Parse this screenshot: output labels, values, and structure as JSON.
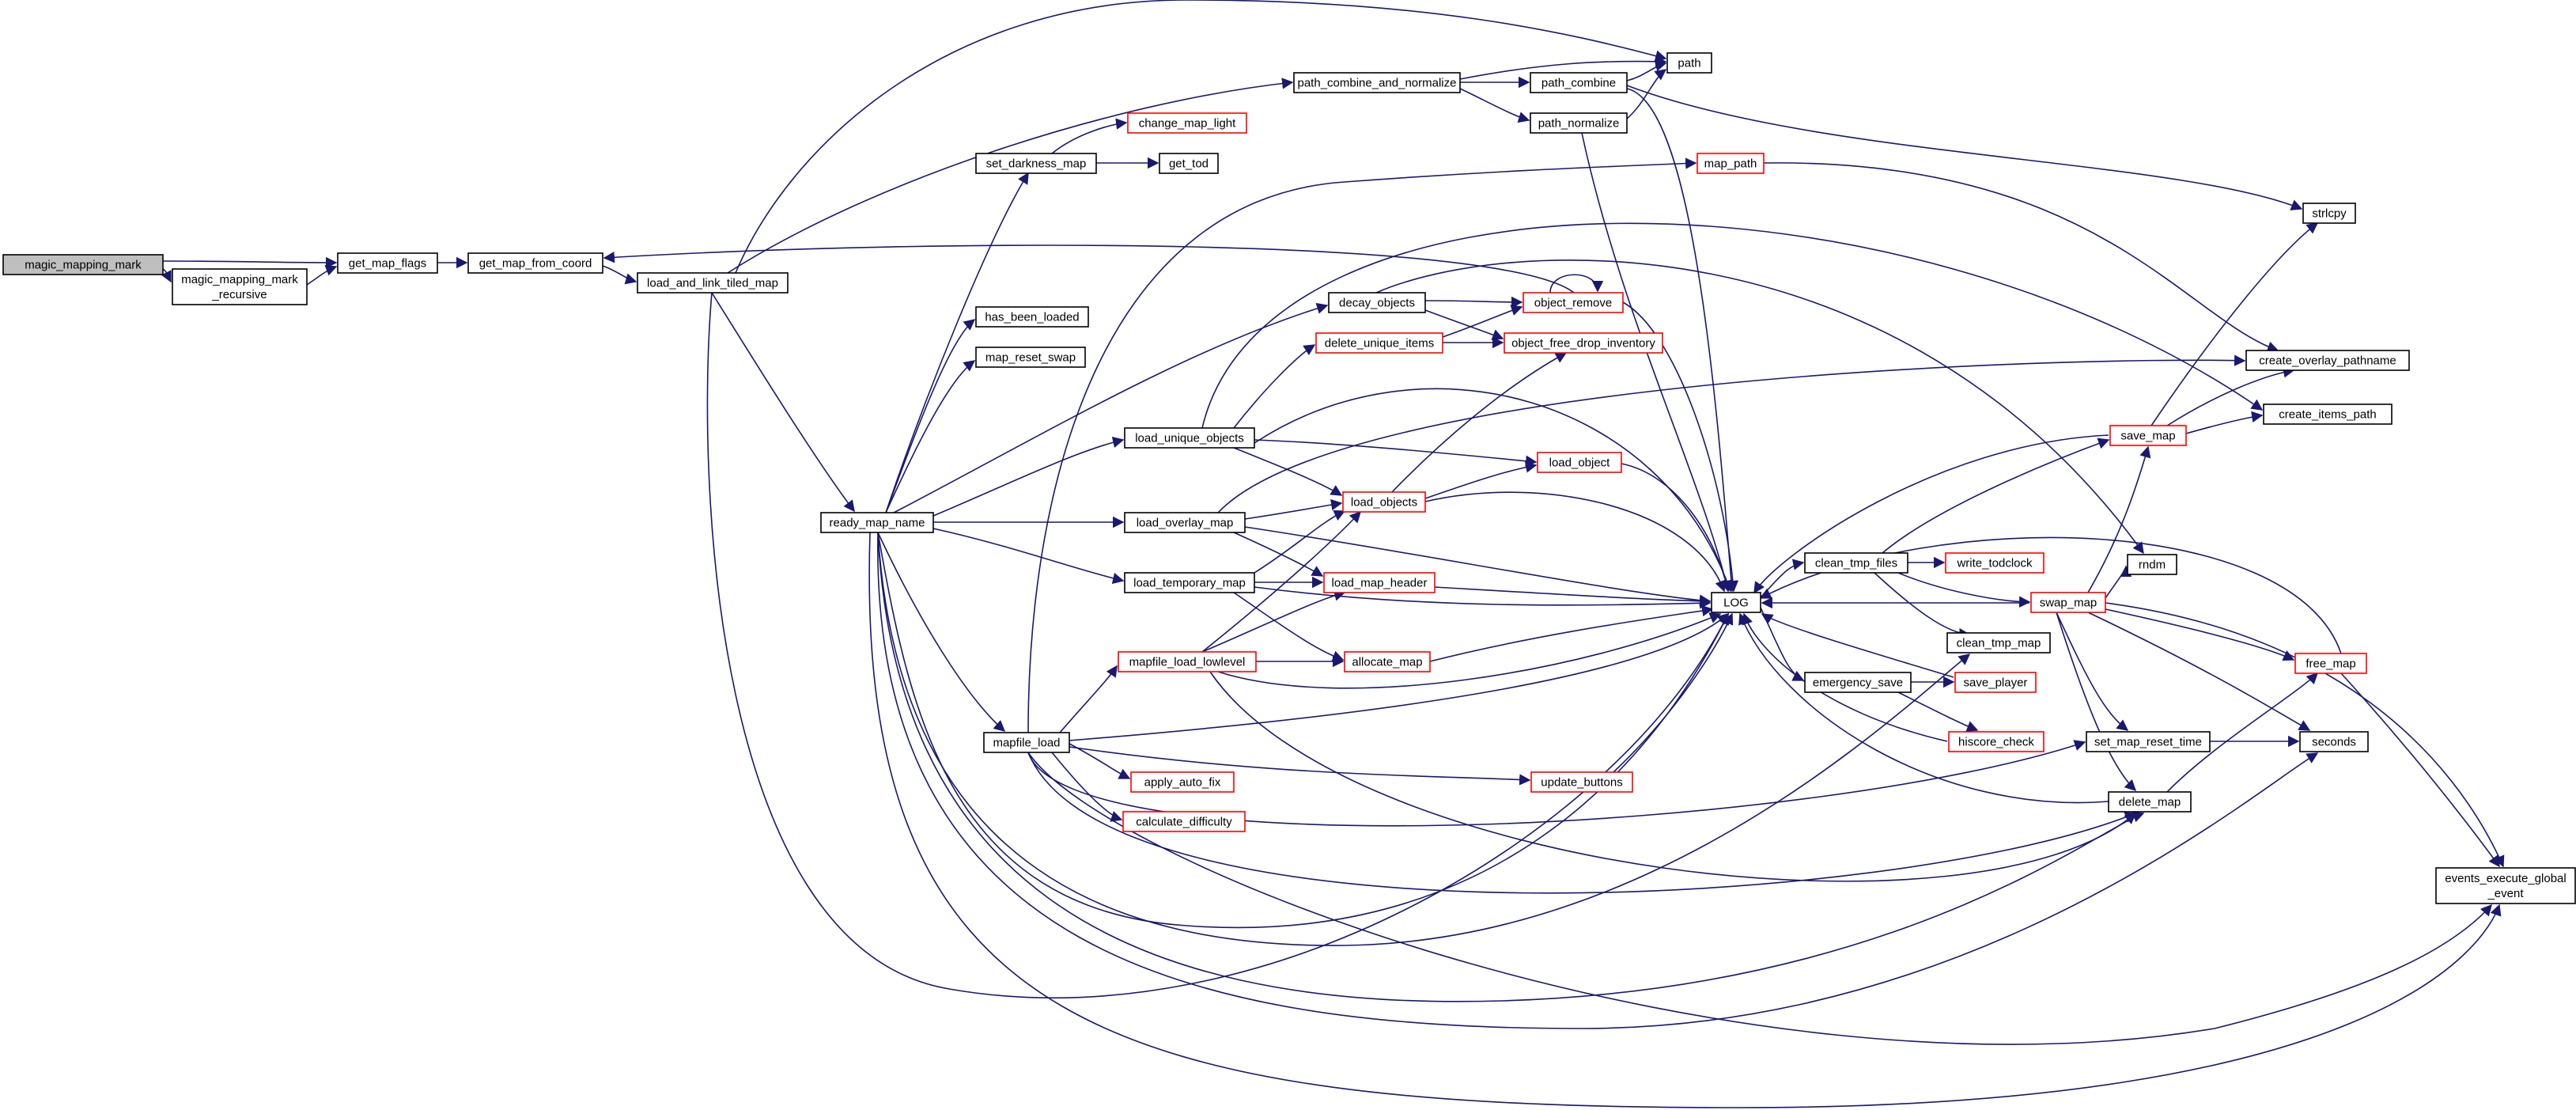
{
  "diagram": {
    "nodes": [
      {
        "id": "magic_mapping_mark",
        "lines": [
          "magic_mapping_mark"
        ],
        "style": "root"
      },
      {
        "id": "magic_mapping_mark_recursive",
        "lines": [
          "magic_mapping_mark",
          "_recursive"
        ],
        "style": "normal"
      },
      {
        "id": "get_map_flags",
        "lines": [
          "get_map_flags"
        ],
        "style": "normal"
      },
      {
        "id": "get_map_from_coord",
        "lines": [
          "get_map_from_coord"
        ],
        "style": "normal"
      },
      {
        "id": "load_and_link_tiled_map",
        "lines": [
          "load_and_link_tiled_map"
        ],
        "style": "normal"
      },
      {
        "id": "path_combine_and_normalize",
        "lines": [
          "path_combine_and_normalize"
        ],
        "style": "normal"
      },
      {
        "id": "path_combine",
        "lines": [
          "path_combine"
        ],
        "style": "normal"
      },
      {
        "id": "path",
        "lines": [
          "path"
        ],
        "style": "normal"
      },
      {
        "id": "path_normalize",
        "lines": [
          "path_normalize"
        ],
        "style": "normal"
      },
      {
        "id": "strlcpy",
        "lines": [
          "strlcpy"
        ],
        "style": "normal"
      },
      {
        "id": "change_map_light",
        "lines": [
          "change_map_light"
        ],
        "style": "red"
      },
      {
        "id": "set_darkness_map",
        "lines": [
          "set_darkness_map"
        ],
        "style": "normal"
      },
      {
        "id": "get_tod",
        "lines": [
          "get_tod"
        ],
        "style": "normal"
      },
      {
        "id": "map_path",
        "lines": [
          "map_path"
        ],
        "style": "red"
      },
      {
        "id": "has_been_loaded",
        "lines": [
          "has_been_loaded"
        ],
        "style": "normal"
      },
      {
        "id": "map_reset_swap",
        "lines": [
          "map_reset_swap"
        ],
        "style": "normal"
      },
      {
        "id": "decay_objects",
        "lines": [
          "decay_objects"
        ],
        "style": "normal"
      },
      {
        "id": "object_remove",
        "lines": [
          "object_remove"
        ],
        "style": "red"
      },
      {
        "id": "delete_unique_items",
        "lines": [
          "delete_unique_items"
        ],
        "style": "red"
      },
      {
        "id": "object_free_drop_inventory",
        "lines": [
          "object_free_drop_inventory"
        ],
        "style": "red"
      },
      {
        "id": "load_unique_objects",
        "lines": [
          "load_unique_objects"
        ],
        "style": "normal"
      },
      {
        "id": "load_object",
        "lines": [
          "load_object"
        ],
        "style": "red"
      },
      {
        "id": "load_objects",
        "lines": [
          "load_objects"
        ],
        "style": "red"
      },
      {
        "id": "ready_map_name",
        "lines": [
          "ready_map_name"
        ],
        "style": "normal"
      },
      {
        "id": "load_overlay_map",
        "lines": [
          "load_overlay_map"
        ],
        "style": "normal"
      },
      {
        "id": "load_temporary_map",
        "lines": [
          "load_temporary_map"
        ],
        "style": "normal"
      },
      {
        "id": "load_map_header",
        "lines": [
          "load_map_header"
        ],
        "style": "red"
      },
      {
        "id": "mapfile_load_lowlevel",
        "lines": [
          "mapfile_load_lowlevel"
        ],
        "style": "red"
      },
      {
        "id": "allocate_map",
        "lines": [
          "allocate_map"
        ],
        "style": "red"
      },
      {
        "id": "mapfile_load",
        "lines": [
          "mapfile_load"
        ],
        "style": "normal"
      },
      {
        "id": "apply_auto_fix",
        "lines": [
          "apply_auto_fix"
        ],
        "style": "red"
      },
      {
        "id": "calculate_difficulty",
        "lines": [
          "calculate_difficulty"
        ],
        "style": "red"
      },
      {
        "id": "update_buttons",
        "lines": [
          "update_buttons"
        ],
        "style": "red"
      },
      {
        "id": "LOG",
        "lines": [
          "LOG"
        ],
        "style": "normal"
      },
      {
        "id": "clean_tmp_files",
        "lines": [
          "clean_tmp_files"
        ],
        "style": "normal"
      },
      {
        "id": "write_todclock",
        "lines": [
          "write_todclock"
        ],
        "style": "red"
      },
      {
        "id": "swap_map",
        "lines": [
          "swap_map"
        ],
        "style": "red"
      },
      {
        "id": "clean_tmp_map",
        "lines": [
          "clean_tmp_map"
        ],
        "style": "normal"
      },
      {
        "id": "emergency_save",
        "lines": [
          "emergency_save"
        ],
        "style": "normal"
      },
      {
        "id": "save_player",
        "lines": [
          "save_player"
        ],
        "style": "red"
      },
      {
        "id": "hiscore_check",
        "lines": [
          "hiscore_check"
        ],
        "style": "red"
      },
      {
        "id": "set_map_reset_time",
        "lines": [
          "set_map_reset_time"
        ],
        "style": "normal"
      },
      {
        "id": "delete_map",
        "lines": [
          "delete_map"
        ],
        "style": "normal"
      },
      {
        "id": "save_map",
        "lines": [
          "save_map"
        ],
        "style": "red"
      },
      {
        "id": "create_overlay_pathname",
        "lines": [
          "create_overlay_pathname"
        ],
        "style": "normal"
      },
      {
        "id": "create_items_path",
        "lines": [
          "create_items_path"
        ],
        "style": "normal"
      },
      {
        "id": "rndm",
        "lines": [
          "rndm"
        ],
        "style": "normal"
      },
      {
        "id": "free_map",
        "lines": [
          "free_map"
        ],
        "style": "red"
      },
      {
        "id": "seconds",
        "lines": [
          "seconds"
        ],
        "style": "normal"
      },
      {
        "id": "events_execute_global_event",
        "lines": [
          "events_execute_global",
          "_event"
        ],
        "style": "normal"
      }
    ],
    "edges": [
      [
        "magic_mapping_mark",
        "get_map_flags"
      ],
      [
        "magic_mapping_mark",
        "magic_mapping_mark_recursive"
      ],
      [
        "magic_mapping_mark_recursive",
        "get_map_flags"
      ],
      [
        "get_map_flags",
        "get_map_from_coord"
      ],
      [
        "get_map_from_coord",
        "load_and_link_tiled_map"
      ],
      [
        "load_and_link_tiled_map",
        "path"
      ],
      [
        "load_and_link_tiled_map",
        "path_combine_and_normalize"
      ],
      [
        "load_and_link_tiled_map",
        "ready_map_name"
      ],
      [
        "load_and_link_tiled_map",
        "LOG"
      ],
      [
        "path_combine_and_normalize",
        "path"
      ],
      [
        "path_combine_and_normalize",
        "path_combine"
      ],
      [
        "path_combine_and_normalize",
        "path_normalize"
      ],
      [
        "path_combine",
        "path"
      ],
      [
        "path_combine",
        "strlcpy"
      ],
      [
        "path_combine",
        "LOG"
      ],
      [
        "path_normalize",
        "path"
      ],
      [
        "path_normalize",
        "LOG"
      ],
      [
        "set_darkness_map",
        "change_map_light"
      ],
      [
        "set_darkness_map",
        "get_tod"
      ],
      [
        "map_path",
        "create_overlay_pathname"
      ],
      [
        "decay_objects",
        "object_remove"
      ],
      [
        "decay_objects",
        "object_free_drop_inventory"
      ],
      [
        "decay_objects",
        "rndm"
      ],
      [
        "object_remove",
        "object_remove"
      ],
      [
        "object_remove",
        "get_map_from_coord"
      ],
      [
        "object_remove",
        "LOG"
      ],
      [
        "delete_unique_items",
        "object_remove"
      ],
      [
        "delete_unique_items",
        "object_free_drop_inventory"
      ],
      [
        "load_unique_objects",
        "delete_unique_items"
      ],
      [
        "load_unique_objects",
        "load_object"
      ],
      [
        "load_unique_objects",
        "load_objects"
      ],
      [
        "load_unique_objects",
        "LOG"
      ],
      [
        "load_unique_objects",
        "create_items_path"
      ],
      [
        "load_objects",
        "load_object"
      ],
      [
        "load_objects",
        "object_free_drop_inventory"
      ],
      [
        "load_objects",
        "LOG"
      ],
      [
        "load_object",
        "LOG"
      ],
      [
        "ready_map_name",
        "set_darkness_map"
      ],
      [
        "ready_map_name",
        "has_been_loaded"
      ],
      [
        "ready_map_name",
        "map_reset_swap"
      ],
      [
        "ready_map_name",
        "decay_objects"
      ],
      [
        "ready_map_name",
        "load_unique_objects"
      ],
      [
        "ready_map_name",
        "load_overlay_map"
      ],
      [
        "ready_map_name",
        "load_temporary_map"
      ],
      [
        "ready_map_name",
        "mapfile_load"
      ],
      [
        "ready_map_name",
        "LOG"
      ],
      [
        "ready_map_name",
        "clean_tmp_map"
      ],
      [
        "ready_map_name",
        "delete_map"
      ],
      [
        "ready_map_name",
        "seconds"
      ],
      [
        "ready_map_name",
        "events_execute_global_event"
      ],
      [
        "load_overlay_map",
        "load_objects"
      ],
      [
        "load_overlay_map",
        "load_map_header"
      ],
      [
        "load_overlay_map",
        "LOG"
      ],
      [
        "load_overlay_map",
        "create_overlay_pathname"
      ],
      [
        "load_temporary_map",
        "load_objects"
      ],
      [
        "load_temporary_map",
        "load_map_header"
      ],
      [
        "load_temporary_map",
        "allocate_map"
      ],
      [
        "load_temporary_map",
        "LOG"
      ],
      [
        "load_map_header",
        "LOG"
      ],
      [
        "mapfile_load_lowlevel",
        "load_objects"
      ],
      [
        "mapfile_load_lowlevel",
        "load_map_header"
      ],
      [
        "mapfile_load_lowlevel",
        "allocate_map"
      ],
      [
        "mapfile_load_lowlevel",
        "LOG"
      ],
      [
        "mapfile_load_lowlevel",
        "delete_map"
      ],
      [
        "allocate_map",
        "LOG"
      ],
      [
        "mapfile_load",
        "map_path"
      ],
      [
        "mapfile_load",
        "mapfile_load_lowlevel"
      ],
      [
        "mapfile_load",
        "apply_auto_fix"
      ],
      [
        "mapfile_load",
        "calculate_difficulty"
      ],
      [
        "mapfile_load",
        "update_buttons"
      ],
      [
        "mapfile_load",
        "LOG"
      ],
      [
        "mapfile_load",
        "set_map_reset_time"
      ],
      [
        "mapfile_load",
        "delete_map"
      ],
      [
        "mapfile_load",
        "events_execute_global_event"
      ],
      [
        "update_buttons",
        "LOG"
      ],
      [
        "LOG",
        "clean_tmp_files"
      ],
      [
        "LOG",
        "emergency_save"
      ],
      [
        "clean_tmp_files",
        "write_todclock"
      ],
      [
        "clean_tmp_files",
        "swap_map"
      ],
      [
        "clean_tmp_files",
        "save_map"
      ],
      [
        "clean_tmp_files",
        "clean_tmp_map"
      ],
      [
        "swap_map",
        "LOG"
      ],
      [
        "swap_map",
        "rndm"
      ],
      [
        "swap_map",
        "save_map"
      ],
      [
        "swap_map",
        "free_map"
      ],
      [
        "swap_map",
        "set_map_reset_time"
      ],
      [
        "swap_map",
        "delete_map"
      ],
      [
        "swap_map",
        "seconds"
      ],
      [
        "swap_map",
        "events_execute_global_event"
      ],
      [
        "emergency_save",
        "save_player"
      ],
      [
        "emergency_save",
        "hiscore_check"
      ],
      [
        "save_player",
        "LOG"
      ],
      [
        "hiscore_check",
        "LOG"
      ],
      [
        "save_map",
        "LOG"
      ],
      [
        "save_map",
        "strlcpy"
      ],
      [
        "save_map",
        "create_overlay_pathname"
      ],
      [
        "save_map",
        "create_items_path"
      ],
      [
        "set_map_reset_time",
        "seconds"
      ],
      [
        "delete_map",
        "LOG"
      ],
      [
        "delete_map",
        "free_map"
      ],
      [
        "free_map",
        "LOG"
      ],
      [
        "free_map",
        "events_execute_global_event"
      ]
    ]
  }
}
